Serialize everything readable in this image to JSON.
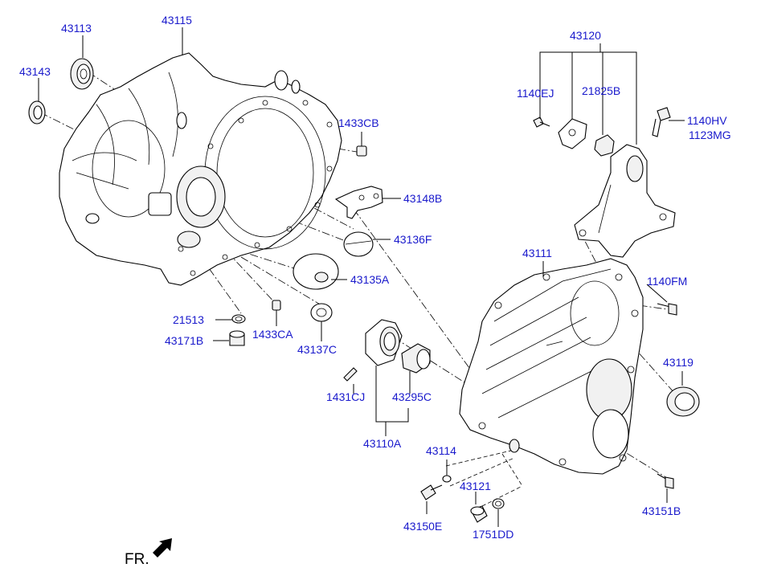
{
  "diagram": {
    "direction_label": "FR.",
    "part_numbers": {
      "p43113": "43113",
      "p43115": "43115",
      "p43143": "43143",
      "p1433CB": "1433CB",
      "p43148B": "43148B",
      "p43136F": "43136F",
      "p43135A": "43135A",
      "p21513": "21513",
      "p1433CA": "1433CA",
      "p43171B": "43171B",
      "p43137C": "43137C",
      "p1431CJ": "1431CJ",
      "p43295C": "43295C",
      "p43110A": "43110A",
      "p43120": "43120",
      "p1140EJ": "1140EJ",
      "p21825B": "21825B",
      "p1140HV": "1140HV",
      "p1123MG": "1123MG",
      "p43111": "43111",
      "p1140FM": "1140FM",
      "p43119": "43119",
      "p43114": "43114",
      "p43121": "43121",
      "p43150E": "43150E",
      "p1751DD": "1751DD",
      "p43151B": "43151B"
    }
  }
}
